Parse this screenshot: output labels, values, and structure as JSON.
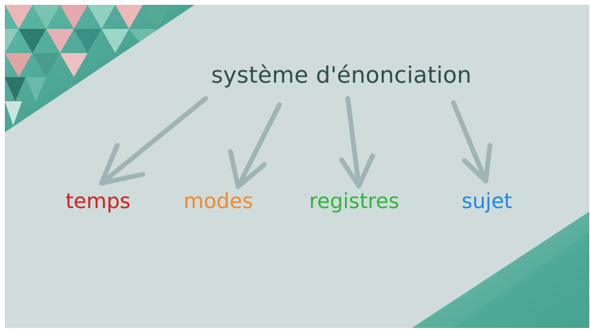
{
  "title": "système d'énonciation",
  "branches": [
    {
      "label": "temps",
      "color": "#d0201e"
    },
    {
      "label": "modes",
      "color": "#ee8a2e"
    },
    {
      "label": "registres",
      "color": "#33b33a"
    },
    {
      "label": "sujet",
      "color": "#1e88e5"
    }
  ],
  "colors": {
    "background": "#d0dcdc",
    "arrow": "#9fb5b5",
    "title": "#2f4b4b",
    "teal_decoration": "#4aa897"
  }
}
